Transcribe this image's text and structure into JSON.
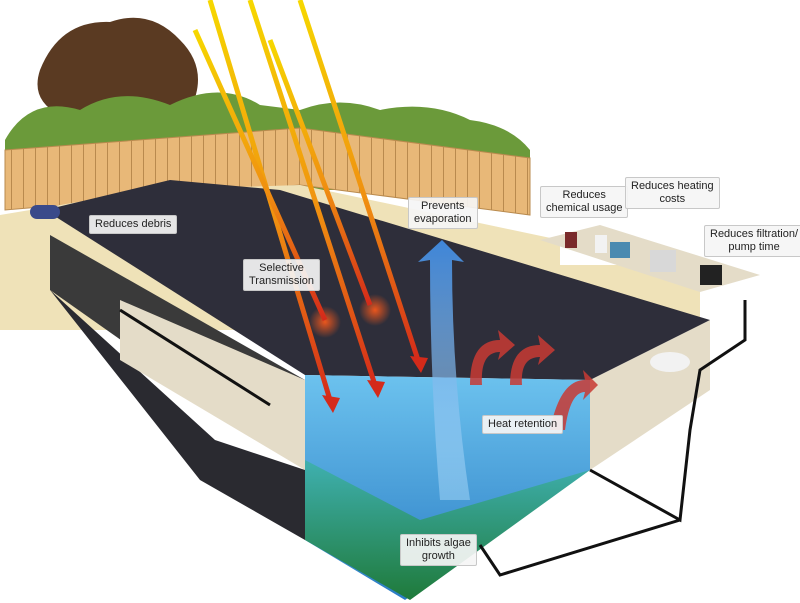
{
  "labels": {
    "reduces_debris": "Reduces debris",
    "selective_transmission": [
      "Selective",
      "Transmission"
    ],
    "prevents_evaporation": [
      "Prevents",
      "evaporation"
    ],
    "reduces_chemical_usage": [
      "Reduces",
      "chemical usage"
    ],
    "reduces_heating_costs": [
      "Reduces heating",
      "costs"
    ],
    "reduces_filtration": [
      "Reduces filtration/",
      "pump time"
    ],
    "heat_retention": "Heat retention",
    "inhibits_algae": [
      "Inhibits algae",
      "growth"
    ]
  },
  "colors": {
    "sun_ray": "#f2c700",
    "ray_hot": "#d42a1a",
    "cover": "#2e2e3a",
    "water": "#4aa8e0",
    "water_deep": "#1f6fb5",
    "algae_floor": "#2f8a3a",
    "fence": "#e8b878",
    "hedge": "#6b9a3a",
    "tree": "#5a3a22",
    "deck": "#efe2b8",
    "evaporation_arrow": "#3f86d8",
    "heat_arrow": "#c83a34"
  }
}
